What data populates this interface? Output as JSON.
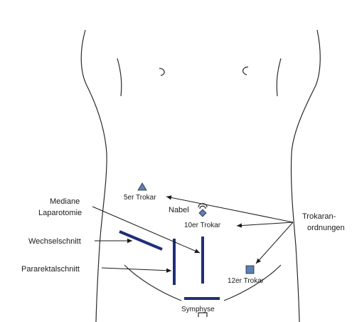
{
  "labels": {
    "mediane_line1": "Mediane",
    "mediane_line2": "Laparotomie",
    "wechselschnitt": "Wechselschnitt",
    "pararektalschnitt": "Pararektalschnitt",
    "trokar_5": "5er Trokar",
    "nabel": "Nabel",
    "trokar_10": "10er Trokar",
    "trokar_12": "12er Trokar",
    "symphyse": "Symphyse",
    "trokaranordnungen_line1": "Trokaran-",
    "trokaranordnungen_line2": "ordnungen"
  },
  "colors": {
    "incision": "#1f2f7a",
    "trokar_fill": "#5b7fb8",
    "outline": "#2a2a2a"
  }
}
